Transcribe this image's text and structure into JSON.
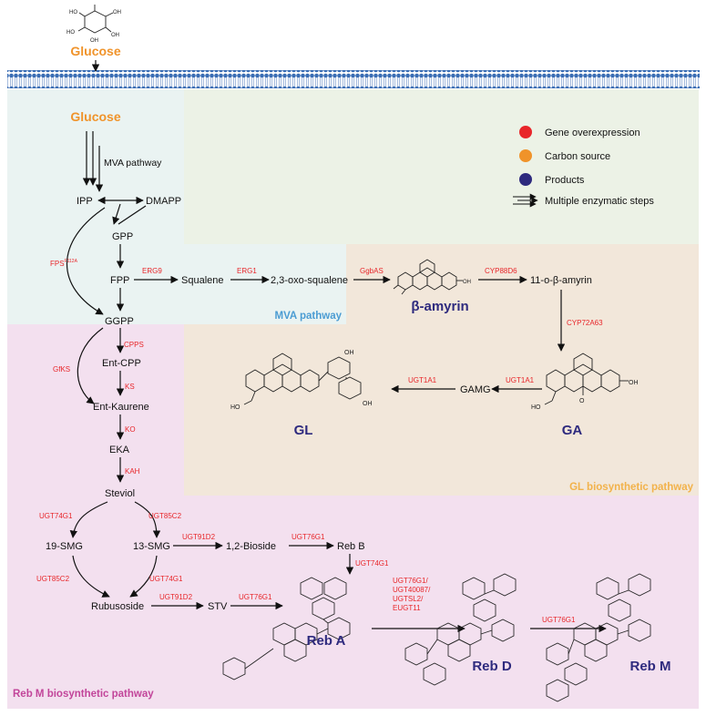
{
  "colors": {
    "gene": "#e8262a",
    "carbon": "#f0932a",
    "product": "#2e2a7e",
    "mva_label": "#4b9cd3",
    "gl_label": "#f2b24a",
    "rebm_label": "#c2459a",
    "bg_mva": "#eaf3f2",
    "bg_green": "#ecf2e6",
    "bg_gl": "#f2e7da",
    "bg_rebm": "#f3e0ef"
  },
  "carbon": {
    "glucose_outside": "Glucose",
    "glucose_inside": "Glucose"
  },
  "legend": {
    "gene": "Gene overexpression",
    "carbon": "Carbon source",
    "products": "Products",
    "multi": "Multiple enzymatic steps"
  },
  "regions": {
    "mva": "MVA pathway",
    "gl": "GL biosynthetic pathway",
    "rebm": "Reb M biosynthetic pathway"
  },
  "metabolites": {
    "mva_pathway": "MVA pathway",
    "ipp": "IPP",
    "dmapp": "DMAPP",
    "gpp": "GPP",
    "fpp": "FPP",
    "squalene": "Squalene",
    "oxosq": "2,3-oxo-squalene",
    "hydroxy": "11-o-β-amyrin",
    "gamg": "GAMG",
    "ggpp": "GGPP",
    "entcpp": "Ent-CPP",
    "entkaurene": "Ent-Kaurene",
    "eka": "EKA",
    "steviol": "Steviol",
    "smg19": "19-SMG",
    "smg13": "13-SMG",
    "bioside": "1,2-Bioside",
    "rebb": "Reb B",
    "rubusoside": "Rubusoside",
    "stv": "STV"
  },
  "products": {
    "bamyrin": "β-amyrin",
    "gl": "GL",
    "ga": "GA",
    "reba": "Reb A",
    "rebd": "Reb D",
    "rebm": "Reb M"
  },
  "enzymes": {
    "fps": "FPS",
    "fps_sup": "F112A",
    "erg9": "ERG9",
    "erg1": "ERG1",
    "ggbas": "GgbAS",
    "cyp88d6": "CYP88D6",
    "cyp72a63": "CYP72A63",
    "ugt1a1_a": "UGT1A1",
    "ugt1a1_b": "UGT1A1",
    "cpps": "CPPS",
    "gfks": "GfKS",
    "ks": "KS",
    "ko": "KO",
    "kah": "KAH",
    "ugt74g1_a": "UGT74G1",
    "ugt85c2_a": "UGT85C2",
    "ugt91d2_a": "UGT91D2",
    "ugt76g1_a": "UGT76G1",
    "ugt74g1_b": "UGT74G1",
    "ugt85c2_b": "UGT85C2",
    "ugt74g1_c": "UGT74G1",
    "ugt91d2_b": "UGT91D2",
    "ugt76g1_b": "UGT76G1",
    "multi_1": "UGT76G1/",
    "multi_2": "UGT40087/",
    "multi_3": "UGTSL2/",
    "multi_4": "EUGT11",
    "ugt76g1_c": "UGT76G1"
  },
  "structure_labels": {
    "ho": "HO",
    "oh": "OH",
    "o": "O"
  }
}
